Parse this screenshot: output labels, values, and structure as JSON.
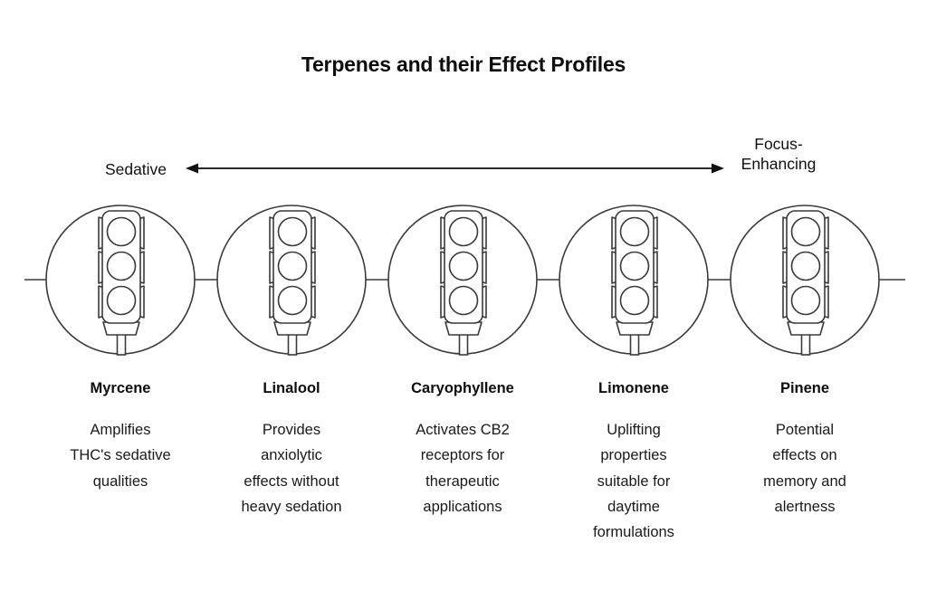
{
  "chart_data": {
    "type": "diagram",
    "title": "Terpenes and their Effect Profiles",
    "axis": {
      "left_label": "Sedative",
      "right_label": "Focus-\nEnhancing",
      "arrow_style": "double-headed",
      "orientation": "horizontal"
    },
    "categories": [
      "Myrcene",
      "Linalool",
      "Caryophyllene",
      "Limonene",
      "Pinene"
    ],
    "descriptions": [
      "Amplifies THC's sedative qualities",
      "Provides anxiolytic effects without heavy sedation",
      "Activates CB2 receptors for therapeutic applications",
      "Uplifting properties suitable for daytime formulations",
      "Potential effects on memory and alertness"
    ],
    "node_icon": "traffic-light-icon",
    "xlabel": "",
    "ylabel": "",
    "legend": []
  },
  "header": {
    "title": "Terpenes and their Effect Profiles"
  },
  "spectrum": {
    "left_label": "Sedative",
    "right_label": "Focus-\nEnhancing"
  },
  "nodes": [
    {
      "name": "Myrcene",
      "description": "Amplifies\nTHC's sedative\nqualities",
      "icon": "traffic-light-icon"
    },
    {
      "name": "Linalool",
      "description": "Provides\nanxiolytic\neffects without\nheavy sedation",
      "icon": "traffic-light-icon"
    },
    {
      "name": "Caryophyllene",
      "description": "Activates CB2\nreceptors for\ntherapeutic\napplications",
      "icon": "traffic-light-icon"
    },
    {
      "name": "Limonene",
      "description": "Uplifting\nproperties\nsuitable for\ndaytime\nformulations",
      "icon": "traffic-light-icon"
    },
    {
      "name": "Pinene",
      "description": "Potential\neffects on\nmemory and\nalertness",
      "icon": "traffic-light-icon"
    }
  ],
  "colors": {
    "background": "#ffffff",
    "stroke": "#3a3a3a",
    "text": "#111111",
    "title": "#0d0d0d"
  }
}
